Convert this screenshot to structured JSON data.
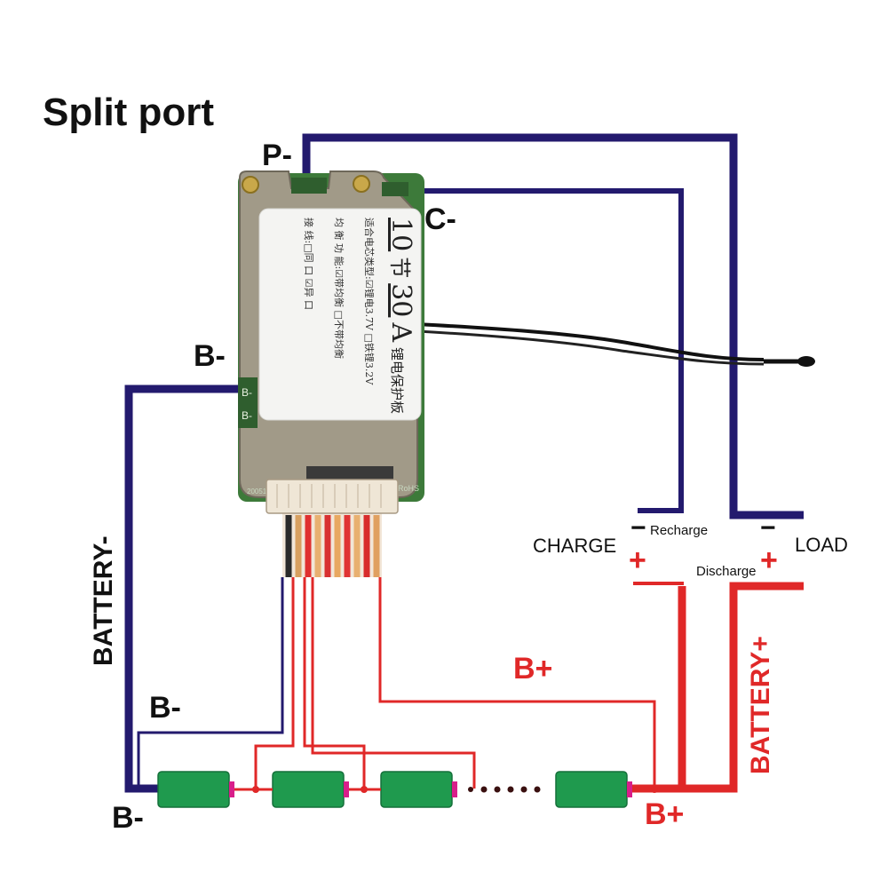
{
  "title": "Split port",
  "labels": {
    "p_minus": "P-",
    "c_minus": "C-",
    "b_minus_top": "B-",
    "b_minus_mid": "B-",
    "b_minus_bottom": "B-",
    "b_plus_middle": "B+",
    "b_plus_bottom": "B+",
    "battery_minus": "BATTERY-",
    "battery_plus": "BATTERY+",
    "charge": "CHARGE",
    "load": "LOAD",
    "recharge": "Recharge",
    "discharge": "Discharge",
    "minus_sign": "−",
    "plus_sign": "+"
  },
  "board": {
    "cells_prefix": "10",
    "cells_unit": "节",
    "current": "30",
    "current_unit": "A",
    "product_name": "锂电保护板",
    "row1": "适合电芯类型:☑锂电3.7V □铁锂3.2V",
    "row2": "均 衡 功 能:☑带均衡 □不带均衡",
    "row3": "接    线:□同 口 ☑异 口",
    "pad_b1": "B-",
    "pad_b2": "B-",
    "code": "20051",
    "brand": "RoHS"
  },
  "colors": {
    "negative_wire": "#231a6e",
    "positive_wire": "#e02828",
    "cell_body": "#1f9a4e",
    "cell_terminal": "#d81e8a",
    "label_red": "#e02828",
    "label_black": "#111111"
  },
  "icons": [
    "thermistor-probe",
    "balance-connector",
    "battery-cell"
  ]
}
